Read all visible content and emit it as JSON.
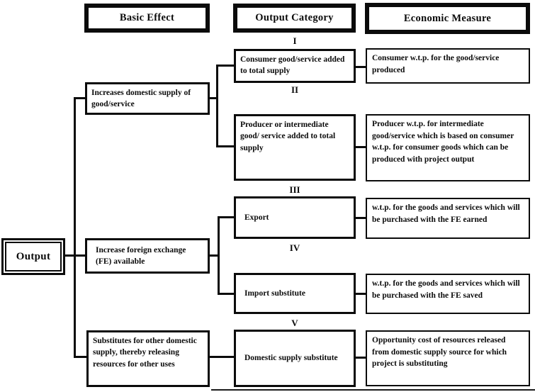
{
  "diagram": {
    "headers": {
      "basic_effect": "Basic Effect",
      "output_category": "Output Category",
      "economic_measure": "Economic Measure"
    },
    "root": {
      "label": "Output"
    },
    "basic_effects": [
      {
        "label": "Increases domestic supply of good/service"
      },
      {
        "label": "Increase foreign exchange (FE) available"
      },
      {
        "label": "Substitutes for other domestic supply, thereby releasing resources for other uses"
      }
    ],
    "rows": [
      {
        "numeral": "I",
        "output_category": "Consumer good/service added to total supply",
        "economic_measure": "Consumer w.t.p. for the good/service produced"
      },
      {
        "numeral": "II",
        "output_category": "Producer or intermediate good/ service added to total supply",
        "economic_measure": "Producer w.t.p. for intermediate good/service which is based on consumer w.t.p. for consumer goods which can be produced with project output"
      },
      {
        "numeral": "III",
        "output_category": "Export",
        "economic_measure": "w.t.p. for the goods and services which will be purchased with the FE earned"
      },
      {
        "numeral": "IV",
        "output_category": "Import substitute",
        "economic_measure": "w.t.p. for the goods and services which will be purchased with the FE saved"
      },
      {
        "numeral": "V",
        "output_category": "Domestic supply substitute",
        "economic_measure": "Opportunity cost of resources released from domestic supply source for which project is substituting"
      }
    ],
    "colors": {
      "ink": "#0b0b0b",
      "paper": "#ffffff"
    }
  }
}
